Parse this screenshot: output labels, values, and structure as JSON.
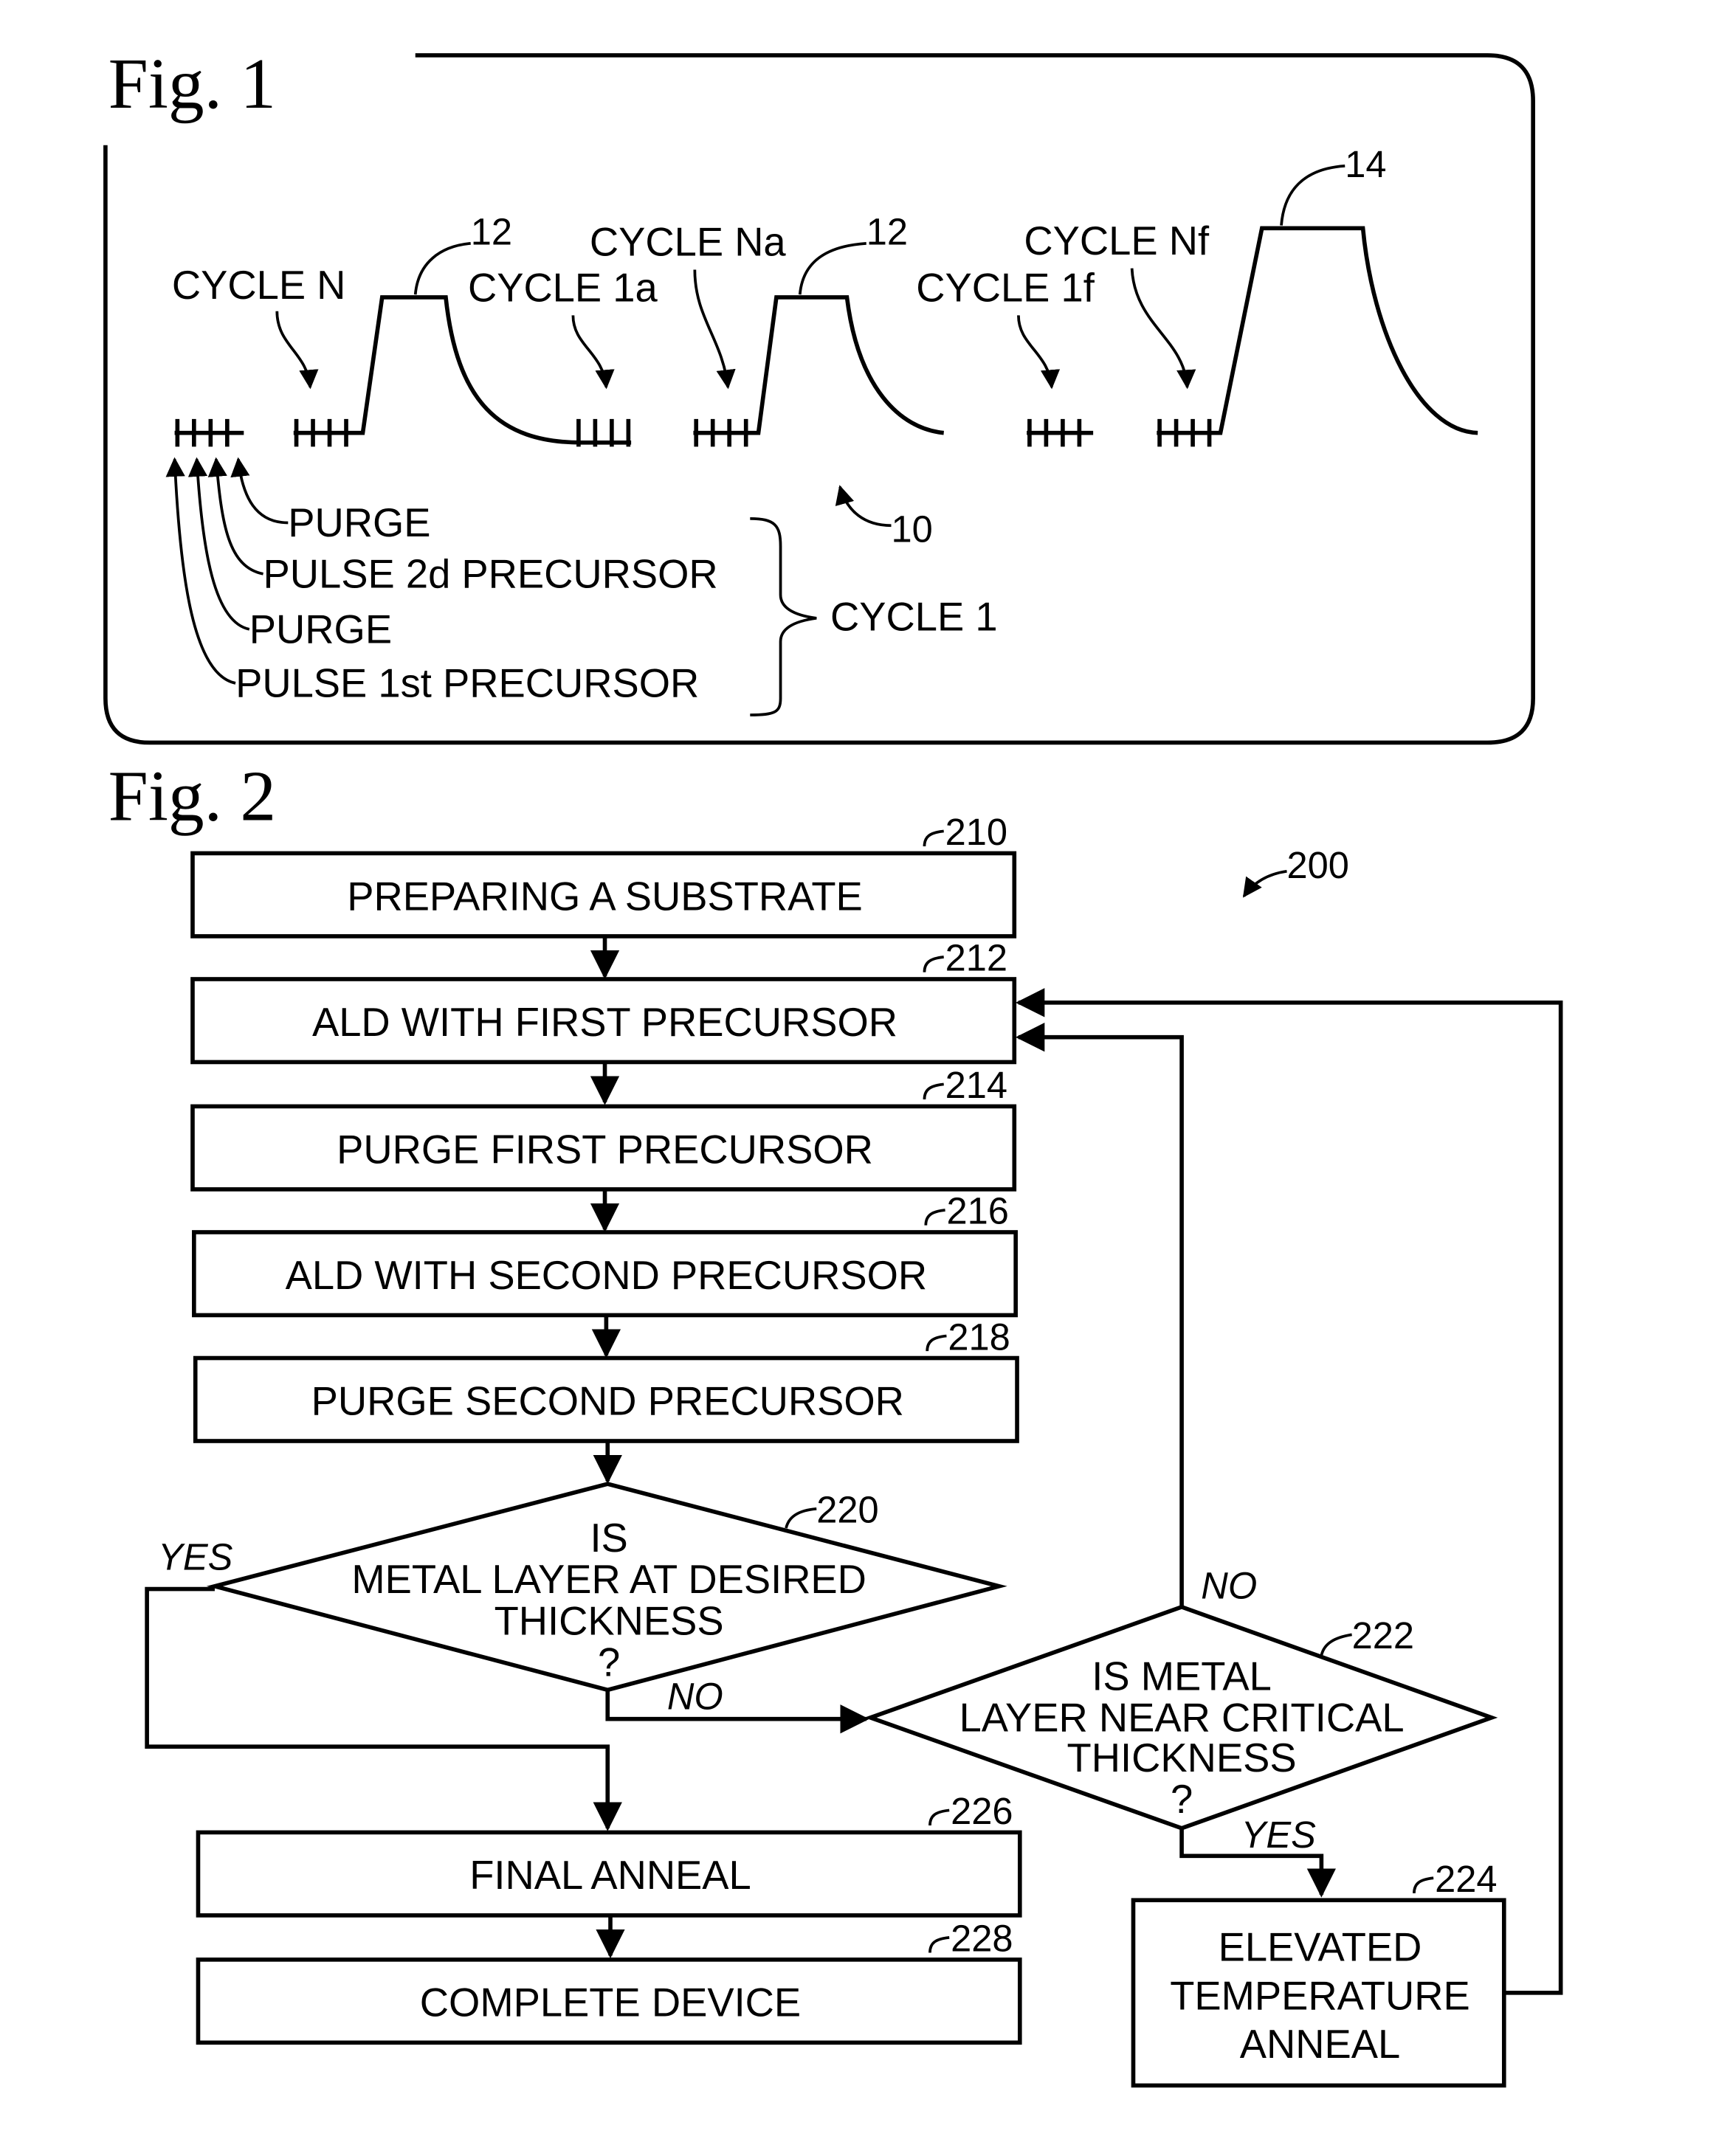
{
  "fig1": {
    "title": "Fig. 1",
    "cycle_labels": {
      "cycle_n": "CYCLE N",
      "cycle_1a": "CYCLE 1a",
      "cycle_na": "CYCLE Na",
      "cycle_1f": "CYCLE 1f",
      "cycle_nf": "CYCLE Nf",
      "cycle_1": "CYCLE 1"
    },
    "refs": {
      "anneal_a": "12",
      "anneal_b": "12",
      "final_anneal": "14",
      "sequence": "10"
    },
    "steps": [
      "PURGE",
      "PULSE 2d PRECURSOR",
      "PURGE",
      "PULSE 1st PRECURSOR"
    ]
  },
  "fig2": {
    "title": "Fig. 2",
    "ref": "200",
    "boxes": [
      {
        "ref": "210",
        "label": "PREPARING A SUBSTRATE"
      },
      {
        "ref": "212",
        "label": "ALD WITH FIRST PRECURSOR"
      },
      {
        "ref": "214",
        "label": "PURGE FIRST PRECURSOR"
      },
      {
        "ref": "216",
        "label": "ALD WITH SECOND PRECURSOR"
      },
      {
        "ref": "218",
        "label": "PURGE SECOND PRECURSOR"
      },
      {
        "ref": "226",
        "label": "FINAL ANNEAL"
      },
      {
        "ref": "228",
        "label": "COMPLETE DEVICE"
      }
    ],
    "decision_220": {
      "ref": "220",
      "lines": [
        "IS",
        "METAL LAYER AT DESIRED",
        "THICKNESS",
        "?"
      ],
      "yes": "YES",
      "no": "NO"
    },
    "decision_222": {
      "ref": "222",
      "lines": [
        "IS METAL",
        "LAYER NEAR CRITICAL",
        "THICKNESS",
        "?"
      ],
      "yes": "YES",
      "no": "NO"
    },
    "box_224": {
      "ref": "224",
      "lines": [
        "ELEVATED",
        "TEMPERATURE",
        "ANNEAL"
      ]
    }
  }
}
